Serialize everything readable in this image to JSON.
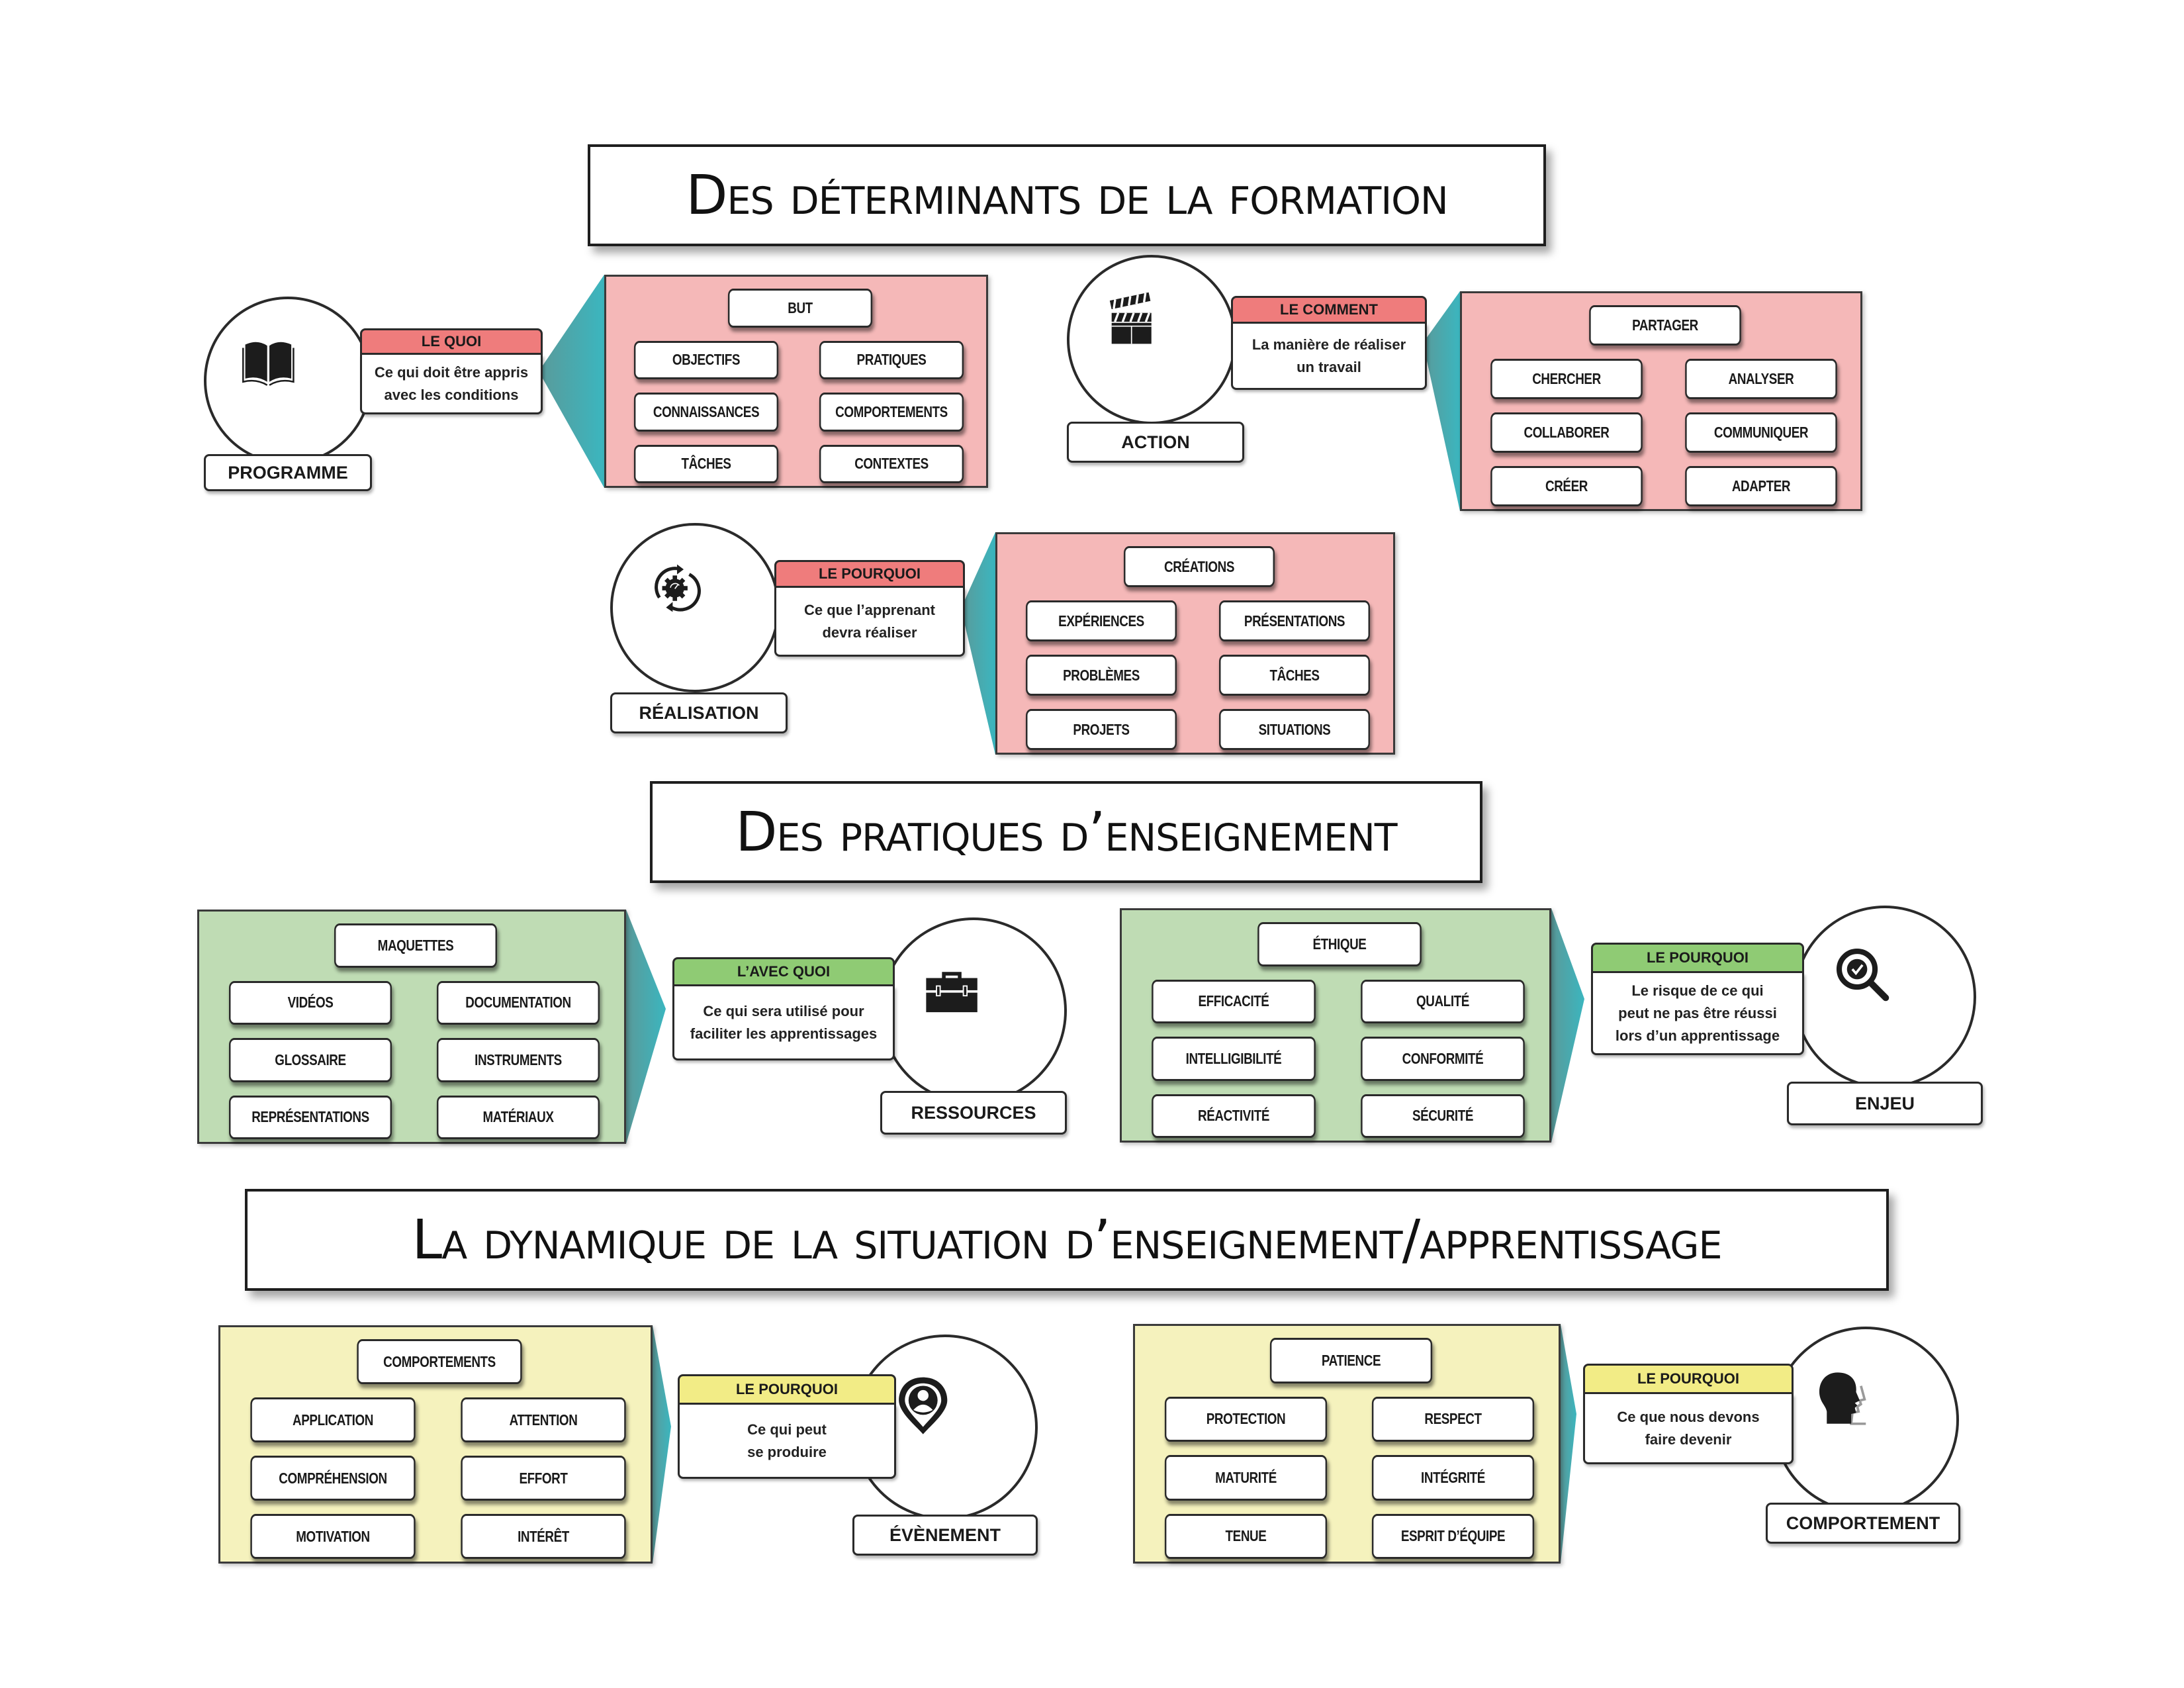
{
  "sections": [
    {
      "title": "Des déterminants de la formation"
    },
    {
      "title": "Des pratiques d’enseignement"
    },
    {
      "title": "La dynamique de la situation d’enseignement/apprentissage"
    }
  ],
  "colors": {
    "pink_panel": "#f5b8b8",
    "pink_tag": "#ef7c7c",
    "green_panel": "#bfdcb4",
    "green_tag": "#8fcb74",
    "yellow_panel": "#f5f2bd",
    "yellow_tag": "#f2ec86",
    "teal_arrow": "#3bb6bf"
  },
  "blocks": {
    "programme": {
      "label": "PROGRAMME",
      "icon": "book-icon",
      "tag": "LE QUOI",
      "desc": [
        "Ce qui doit être appris",
        "avec  les conditions"
      ],
      "top": "BUT",
      "items": [
        "OBJECTIFS",
        "PRATIQUES",
        "CONNAISSANCES",
        "COMPORTEMENTS",
        "TÂCHES",
        "CONTEXTES"
      ]
    },
    "action": {
      "label": "ACTION",
      "icon": "clapperboard-icon",
      "tag": "LE COMMENT",
      "desc": [
        "La manière de réaliser",
        "un travail"
      ],
      "top": "PARTAGER",
      "items": [
        "CHERCHER",
        "ANALYSER",
        "COLLABORER",
        "COMMUNIQUER",
        "CRÉER",
        "ADAPTER"
      ]
    },
    "realisation": {
      "label": "RÉALISATION",
      "icon": "gear-cycle-icon",
      "tag": "LE POURQUOI",
      "desc": [
        "Ce que l’apprenant",
        "devra réaliser"
      ],
      "top": "CRÉATIONS",
      "items": [
        "EXPÉRIENCES",
        "PRÉSENTATIONS",
        "PROBLÈMES",
        "TÂCHES",
        "PROJETS",
        "SITUATIONS"
      ]
    },
    "ressources": {
      "label": "RESSOURCES",
      "icon": "toolbox-icon",
      "tag": "L’AVEC QUOI",
      "desc": [
        "Ce qui sera utilisé pour",
        "faciliter les apprentissages"
      ],
      "top": "MAQUETTES",
      "items": [
        "VIDÉOS",
        "DOCUMENTATION",
        "GLOSSAIRE",
        "INSTRUMENTS",
        "REPRÉSENTATIONS",
        "MATÉRIAUX"
      ]
    },
    "enjeu": {
      "label": "ENJEU",
      "icon": "magnifier-check-icon",
      "tag": "LE POURQUOI",
      "desc": [
        "Le risque de ce qui",
        "peut ne pas être réussi",
        "lors d’un apprentissage"
      ],
      "top": "ÉTHIQUE",
      "items": [
        "EFFICACITÉ",
        "QUALITÉ",
        "INTELLIGIBILITÉ",
        "CONFORMITÉ",
        "RÉACTIVITÉ",
        "SÉCURITÉ"
      ]
    },
    "evenement": {
      "label": "ÉVÈNEMENT",
      "icon": "location-person-icon",
      "tag": "LE POURQUOI",
      "desc": [
        "Ce qui peut",
        "se produire"
      ],
      "top": "COMPORTEMENTS",
      "items": [
        "APPLICATION",
        "ATTENTION",
        "COMPRÉHENSION",
        "EFFORT",
        "MOTIVATION",
        "INTÉRÊT"
      ]
    },
    "comportement": {
      "label": "COMPORTEMENT",
      "icon": "head-profile-icon",
      "tag": "LE POURQUOI",
      "desc": [
        "Ce que nous devons",
        "faire devenir"
      ],
      "top": "PATIENCE",
      "items": [
        "PROTECTION",
        "RESPECT",
        "MATURITÉ",
        "INTÉGRITÉ",
        "TENUE",
        "ESPRIT D’ÉQUIPE"
      ]
    }
  }
}
